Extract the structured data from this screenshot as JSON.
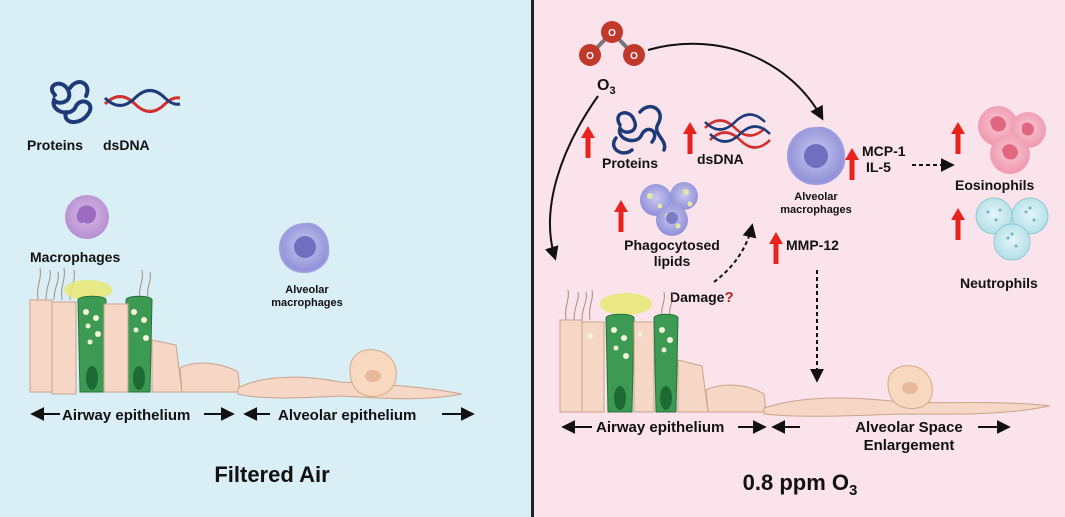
{
  "left_panel": {
    "background": "#d9eef5",
    "condition_title": "Filtered Air",
    "labels": {
      "proteins": "Proteins",
      "dsdna": "dsDNA",
      "macrophages": "Macrophages",
      "alveolar_macrophages_line1": "Alveolar",
      "alveolar_macrophages_line2": "macrophages",
      "airway_epithelium": "Airway epithelium",
      "alveolar_epithelium": "Alveolar epithelium"
    }
  },
  "right_panel": {
    "background": "#fae3ea",
    "condition_title_prefix": "0.8 ppm O",
    "condition_title_sub": "3",
    "ozone_molecule": {
      "atom": "O",
      "formula_prefix": "O",
      "formula_sub": "3"
    },
    "labels": {
      "proteins": "Proteins",
      "dsdna": "dsDNA",
      "alveolar_macrophages_line1": "Alveolar",
      "alveolar_macrophages_line2": "macrophages",
      "mcp1": "MCP-1",
      "il5": "IL-5",
      "eosinophils": "Eosinophils",
      "neutrophils": "Neutrophils",
      "phagocytosed_line1": "Phagocytosed",
      "phagocytosed_line2": "lipids",
      "mmp12": "MMP-12",
      "damage": "Damage",
      "damage_mark": "?",
      "airway_epithelium": "Airway epithelium",
      "alveolar_space_line1": "Alveolar Space",
      "alveolar_space_line2": "Enlargement"
    }
  },
  "colors": {
    "increase_arrow": "#e8231e",
    "ozone_atom": "#c0392b",
    "divider": "#222222"
  }
}
